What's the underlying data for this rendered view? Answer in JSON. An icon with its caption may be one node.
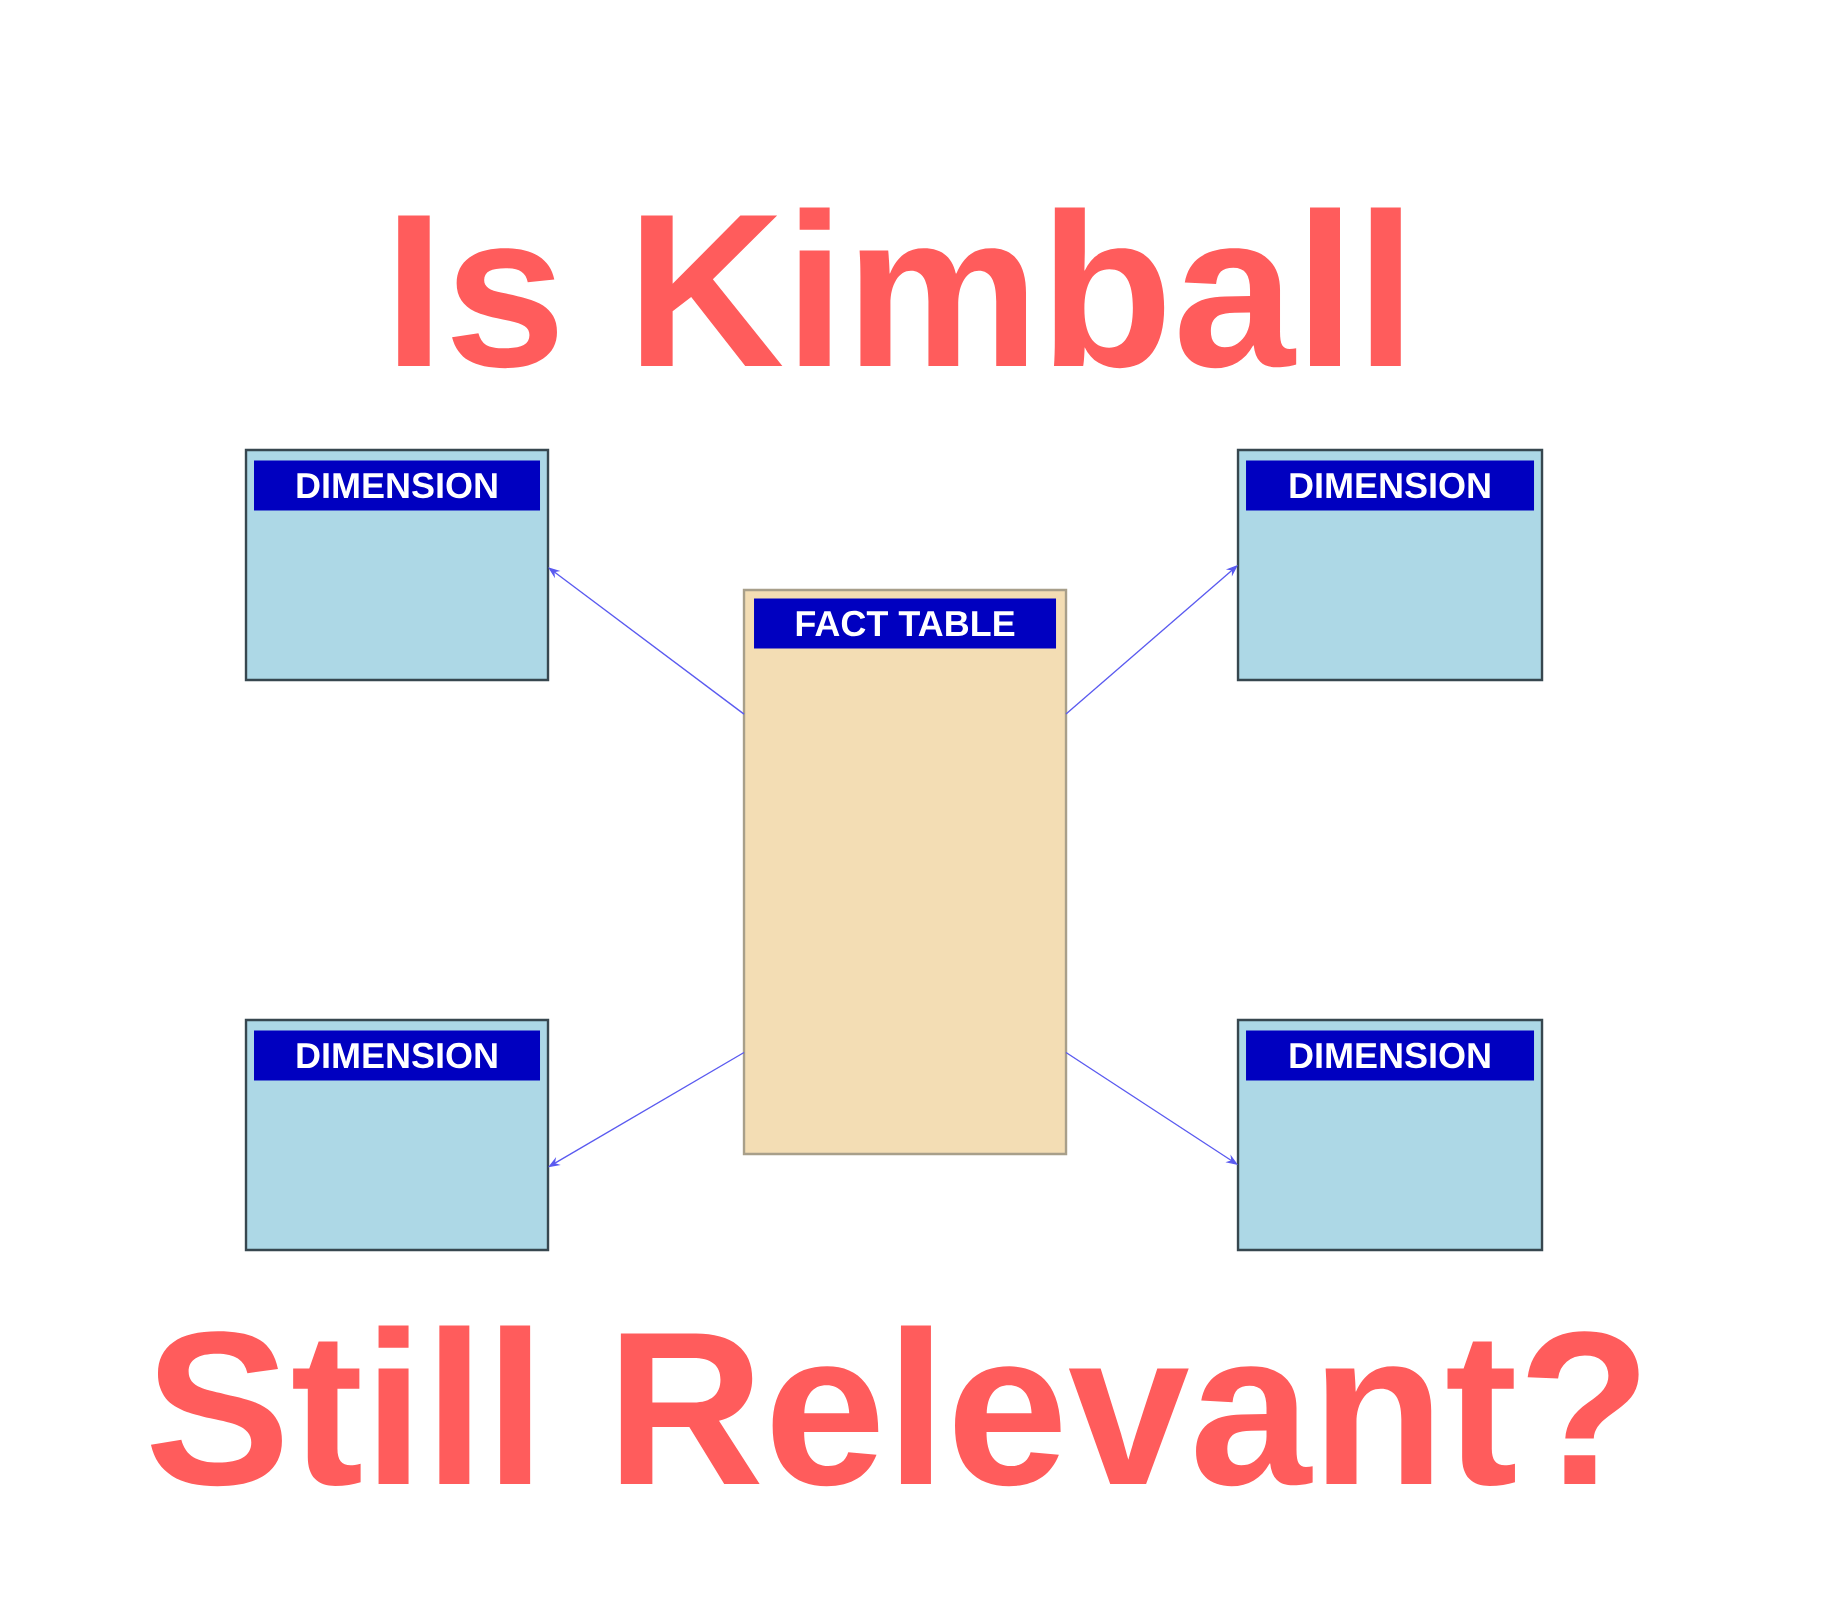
{
  "diagram": {
    "title": "Is Kimball",
    "caption": "Still Relevant?",
    "nodes": [
      {
        "text": [
          "DIMENSION"
        ]
      },
      {
        "text": [
          "DIMENSION"
        ]
      },
      {
        "text": [
          "FACT TABLE"
        ]
      },
      {
        "text": [
          "DIMENSION"
        ]
      },
      {
        "text": [
          "DIMENSION"
        ]
      }
    ],
    "edges": [
      {
        "from": 2,
        "to": 0,
        "arrow": "to"
      },
      {
        "from": 2,
        "to": 1,
        "arrow": "to"
      },
      {
        "from": 2,
        "to": 3,
        "arrow": "to"
      },
      {
        "from": 2,
        "to": 4,
        "arrow": "to"
      }
    ]
  }
}
